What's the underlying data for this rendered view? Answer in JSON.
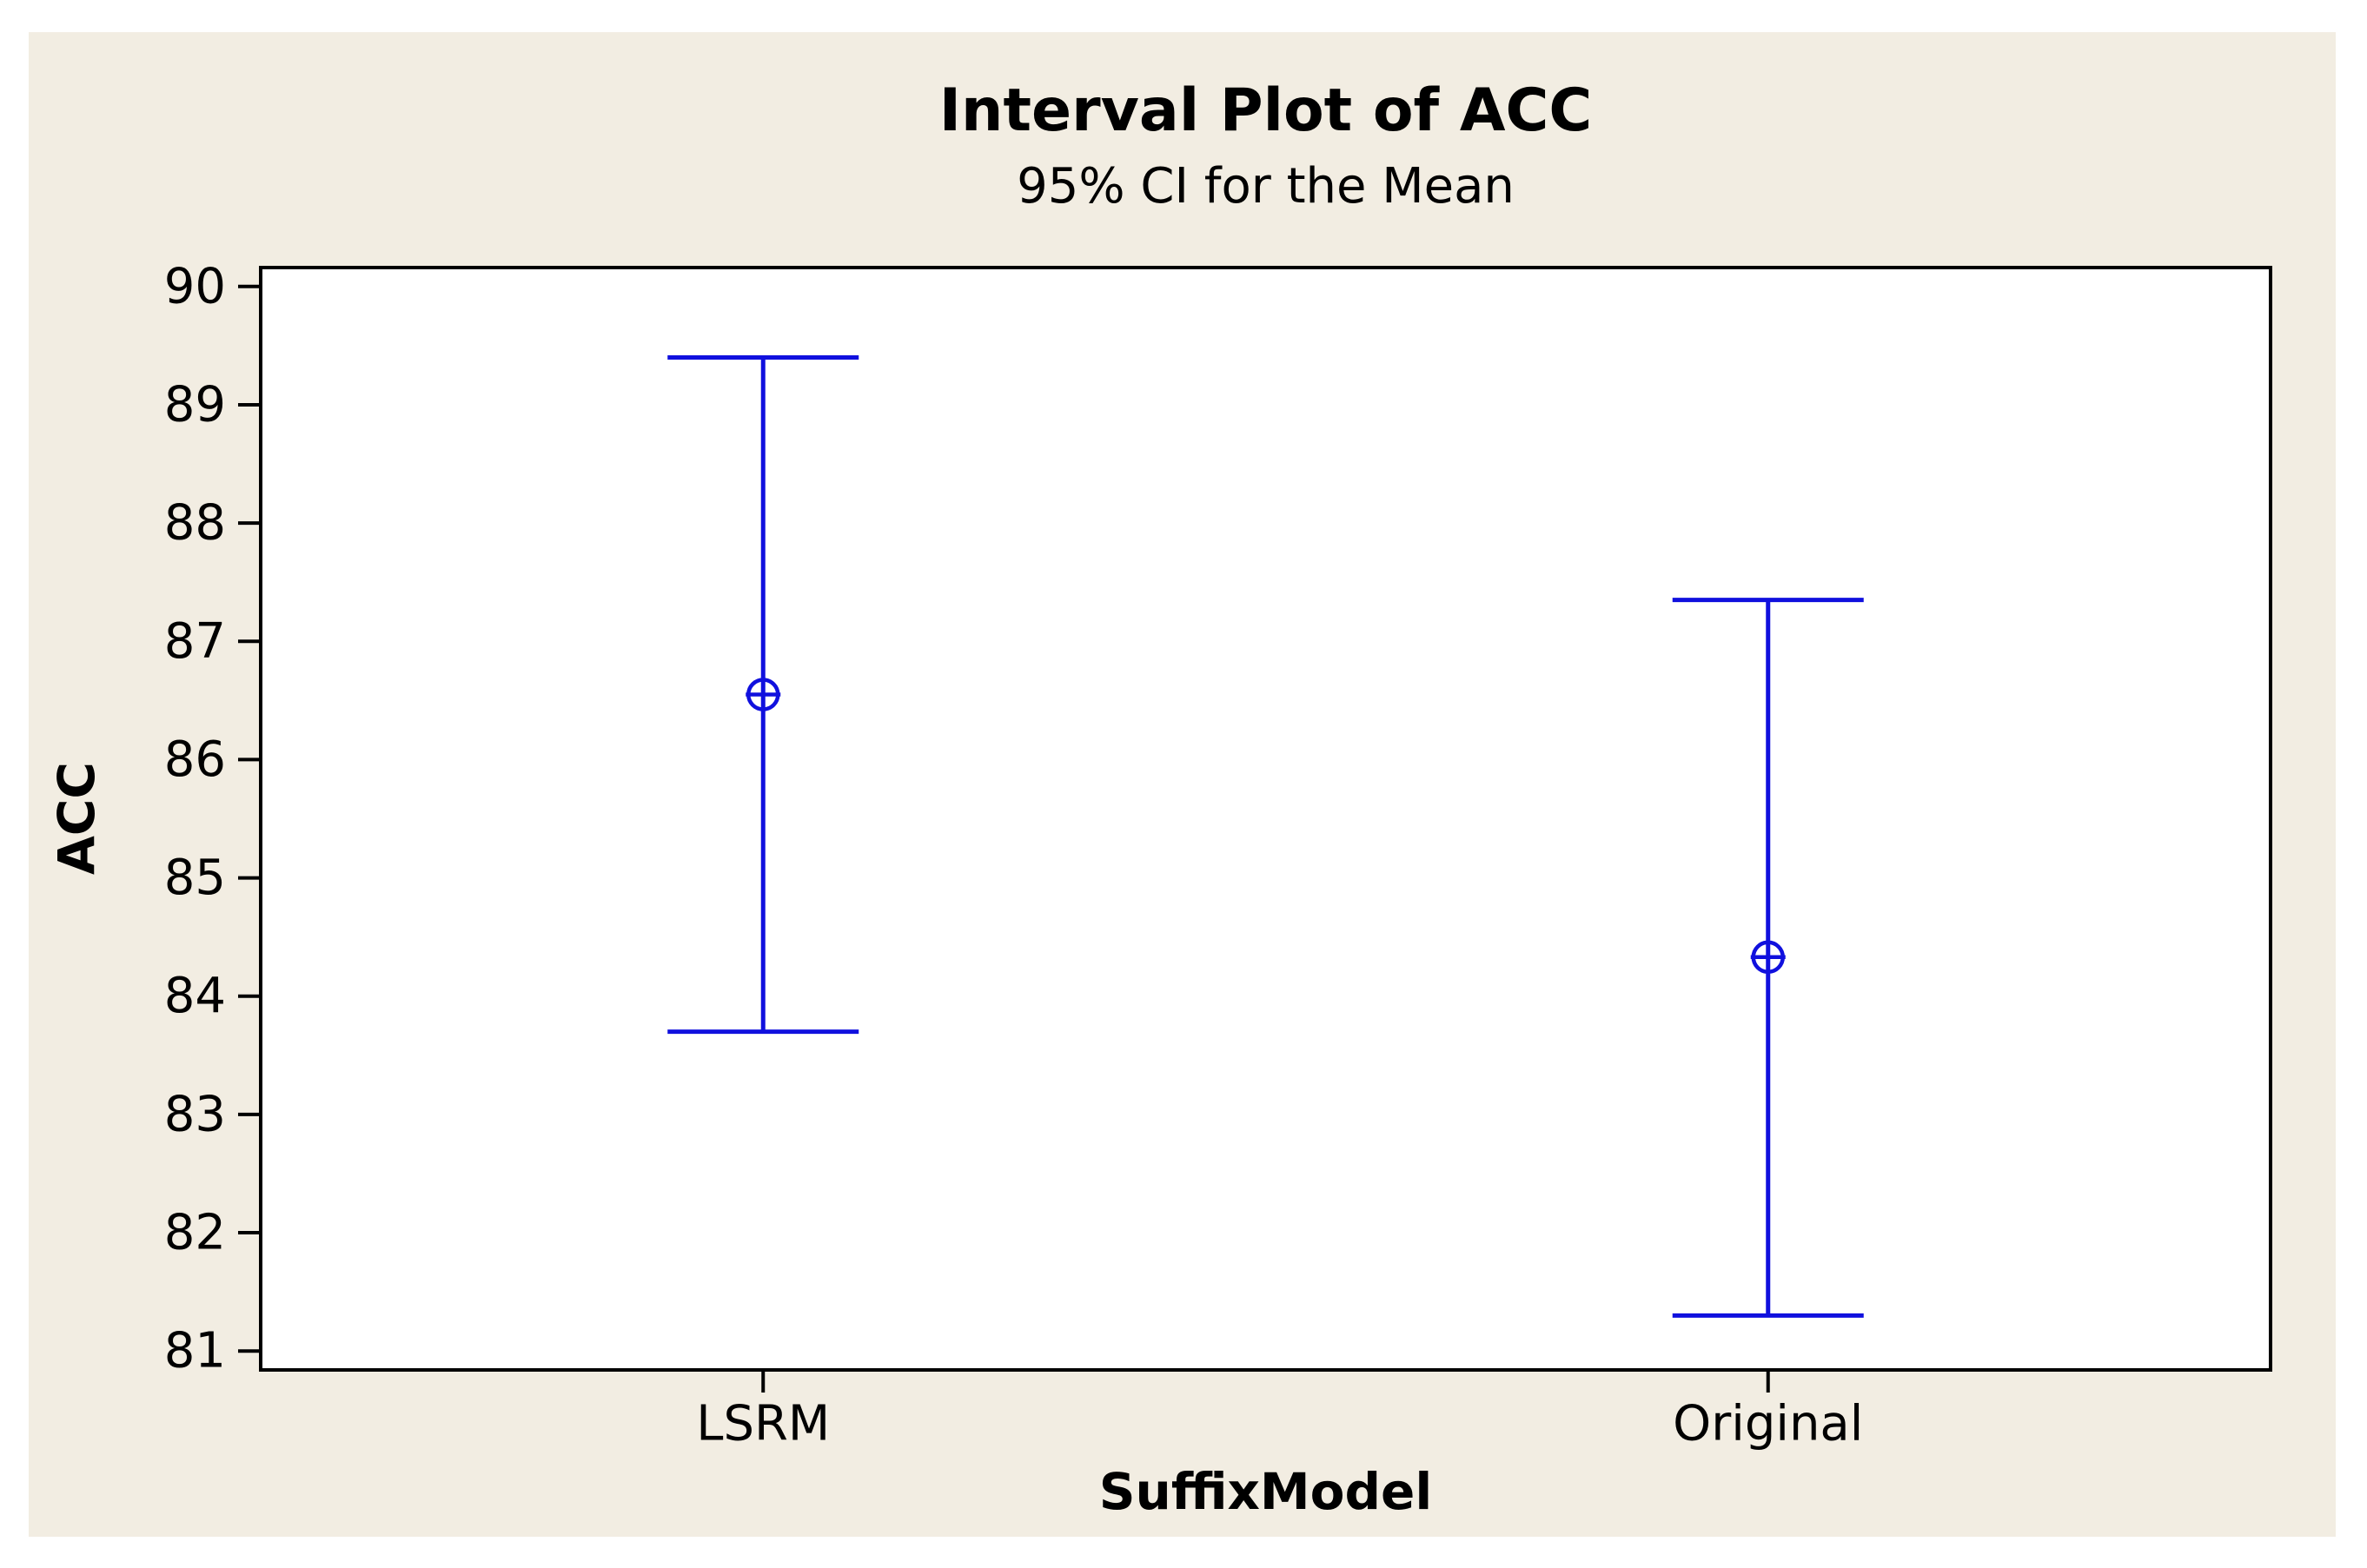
{
  "chart_data": {
    "type": "interval",
    "title": "Interval Plot of ACC",
    "subtitle": "95% CI for the Mean",
    "xlabel": "SuffixModel",
    "ylabel": "ACC",
    "categories": [
      "LSRM",
      "Original"
    ],
    "series": [
      {
        "name": "LSRM",
        "mean": 86.55,
        "ci_low": 83.7,
        "ci_high": 89.4
      },
      {
        "name": "Original",
        "mean": 84.33,
        "ci_low": 81.3,
        "ci_high": 87.35
      }
    ],
    "yticks": [
      81,
      82,
      83,
      84,
      85,
      86,
      87,
      88,
      89,
      90
    ],
    "ylim": [
      80.84,
      90.16
    ],
    "grid": false,
    "legend": null,
    "colors": {
      "interval": "#1010DE",
      "background": "#F2EDE2",
      "plot_bg": "#FFFFFF",
      "axis": "#000000",
      "text": "#000000"
    }
  }
}
